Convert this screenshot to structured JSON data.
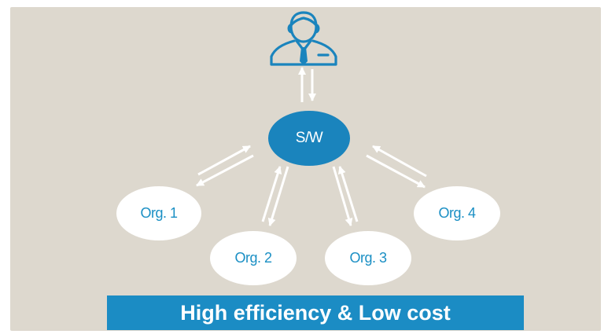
{
  "diagram": {
    "hub": {
      "label": "S/W"
    },
    "orgs": [
      {
        "label": "Org. 1"
      },
      {
        "label": "Org. 2"
      },
      {
        "label": "Org. 3"
      },
      {
        "label": "Org. 4"
      }
    ],
    "banner": {
      "text": "High efficiency & Low cost"
    },
    "colors": {
      "background": "#ddd8ce",
      "accent": "#1a84bd",
      "node_fill": "#ffffff",
      "node_text": "#1a8fc4"
    },
    "icons": {
      "user": "user-icon"
    }
  }
}
